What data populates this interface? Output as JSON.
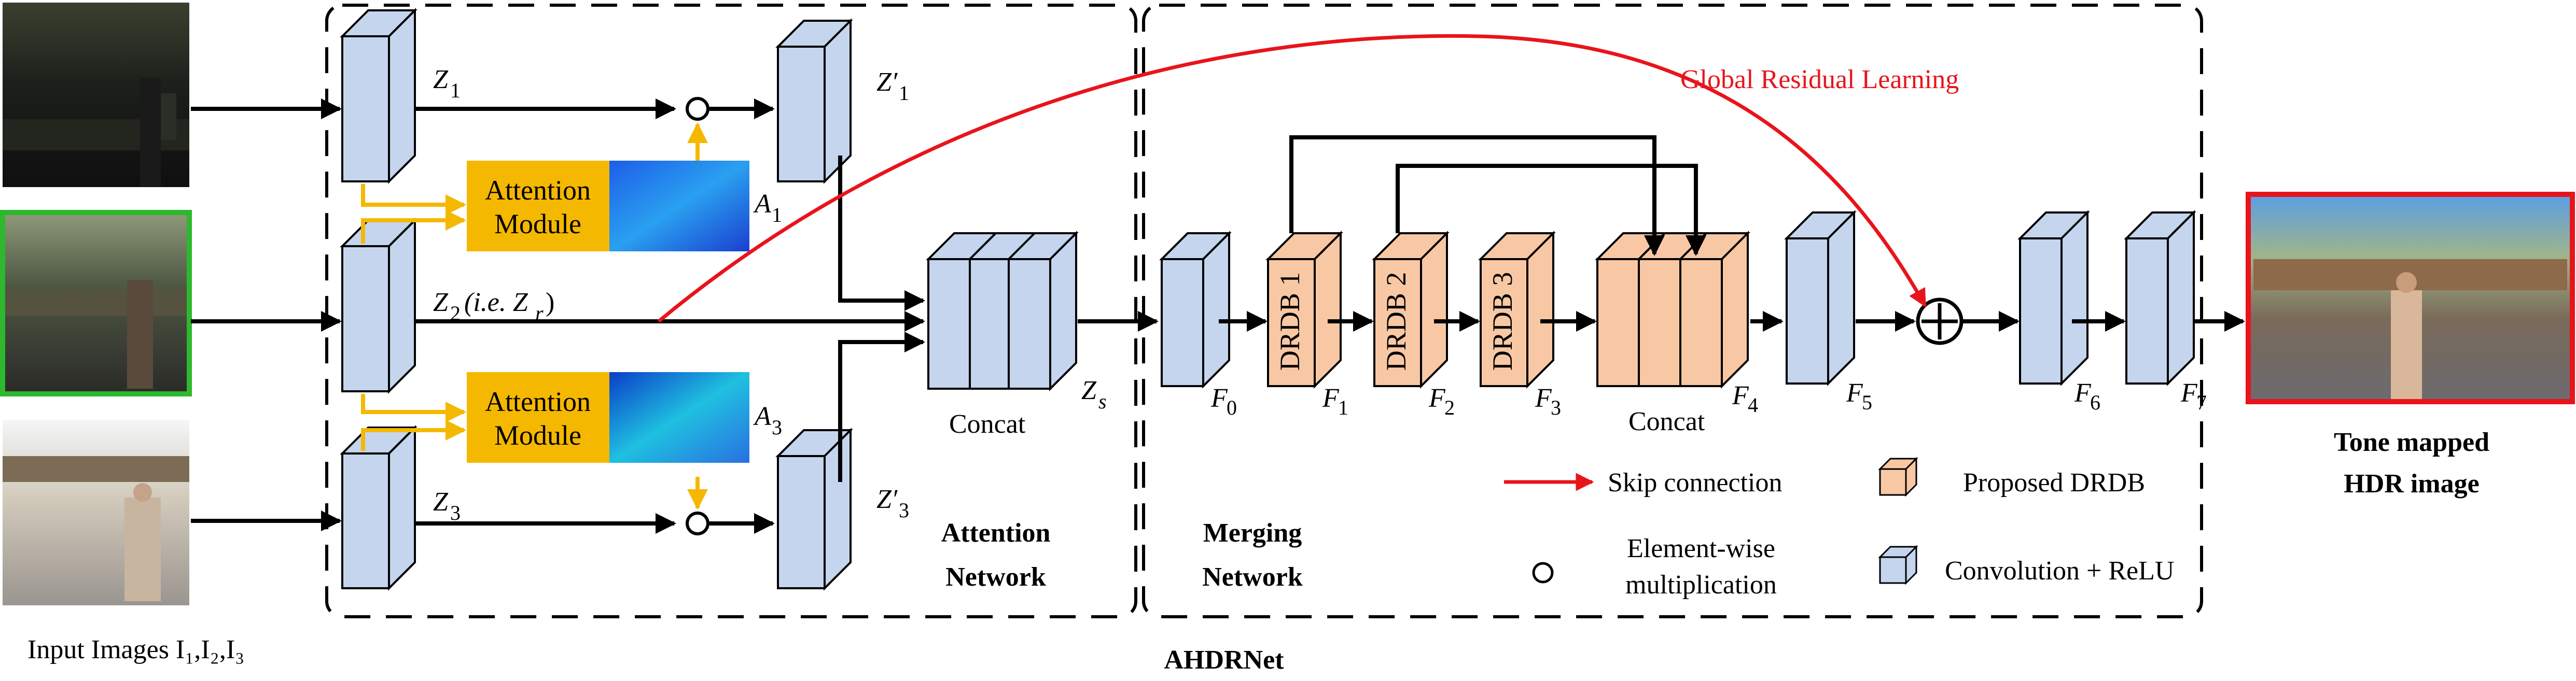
{
  "title": "AHDRNet",
  "input_caption": "Input Images I₁,I₂,I₃",
  "output_caption_line1": "Tone mapped",
  "output_caption_line2": "HDR image",
  "attention_network_line1": "Attention",
  "attention_network_line2": "Network",
  "merging_network_line1": "Merging",
  "merging_network_line2": "Network",
  "attention_module_line1": "Attention",
  "attention_module_line2": "Module",
  "global_residual": "Global Residual Learning",
  "concat_left": "Concat",
  "concat_right": "Concat",
  "drdb1": "DRDB 1",
  "drdb2": "DRDB 2",
  "drdb3": "DRDB 3",
  "vars": {
    "z1": "Z",
    "z1_sub": "1",
    "z2": "Z",
    "z2_sub": "2",
    "z2_note": "(i.e. Z",
    "z2_note_sub": "r",
    "z2_note_end": ")",
    "z3": "Z",
    "z3_sub": "3",
    "z1p": "Z′",
    "z1p_sub": "1",
    "z3p": "Z′",
    "z3p_sub": "3",
    "a1": "A",
    "a1_sub": "1",
    "a3": "A",
    "a3_sub": "3",
    "zs": "Z",
    "zs_sub": "s",
    "f0": "F",
    "f0_sub": "0",
    "f1": "F",
    "f1_sub": "1",
    "f2": "F",
    "f2_sub": "2",
    "f3": "F",
    "f3_sub": "3",
    "f4": "F",
    "f4_sub": "4",
    "f5": "F",
    "f5_sub": "5",
    "f6": "F",
    "f6_sub": "6",
    "f7": "F",
    "f7_sub": "7"
  },
  "legend": {
    "skip": "Skip connection",
    "elementwise_line1": "Element-wise",
    "elementwise_line2": "multiplication",
    "drdb": "Proposed DRDB",
    "conv": "Convolution + ReLU"
  },
  "colors": {
    "conv_fill": "#c5d5ee",
    "drdb_fill": "#f8c8a4",
    "attention_fill": "#f5b800",
    "arrow_yellow": "#f5b800",
    "skip_red": "#e8141b",
    "input_green_border": "#2db82d",
    "output_red_border": "#e8141b"
  }
}
